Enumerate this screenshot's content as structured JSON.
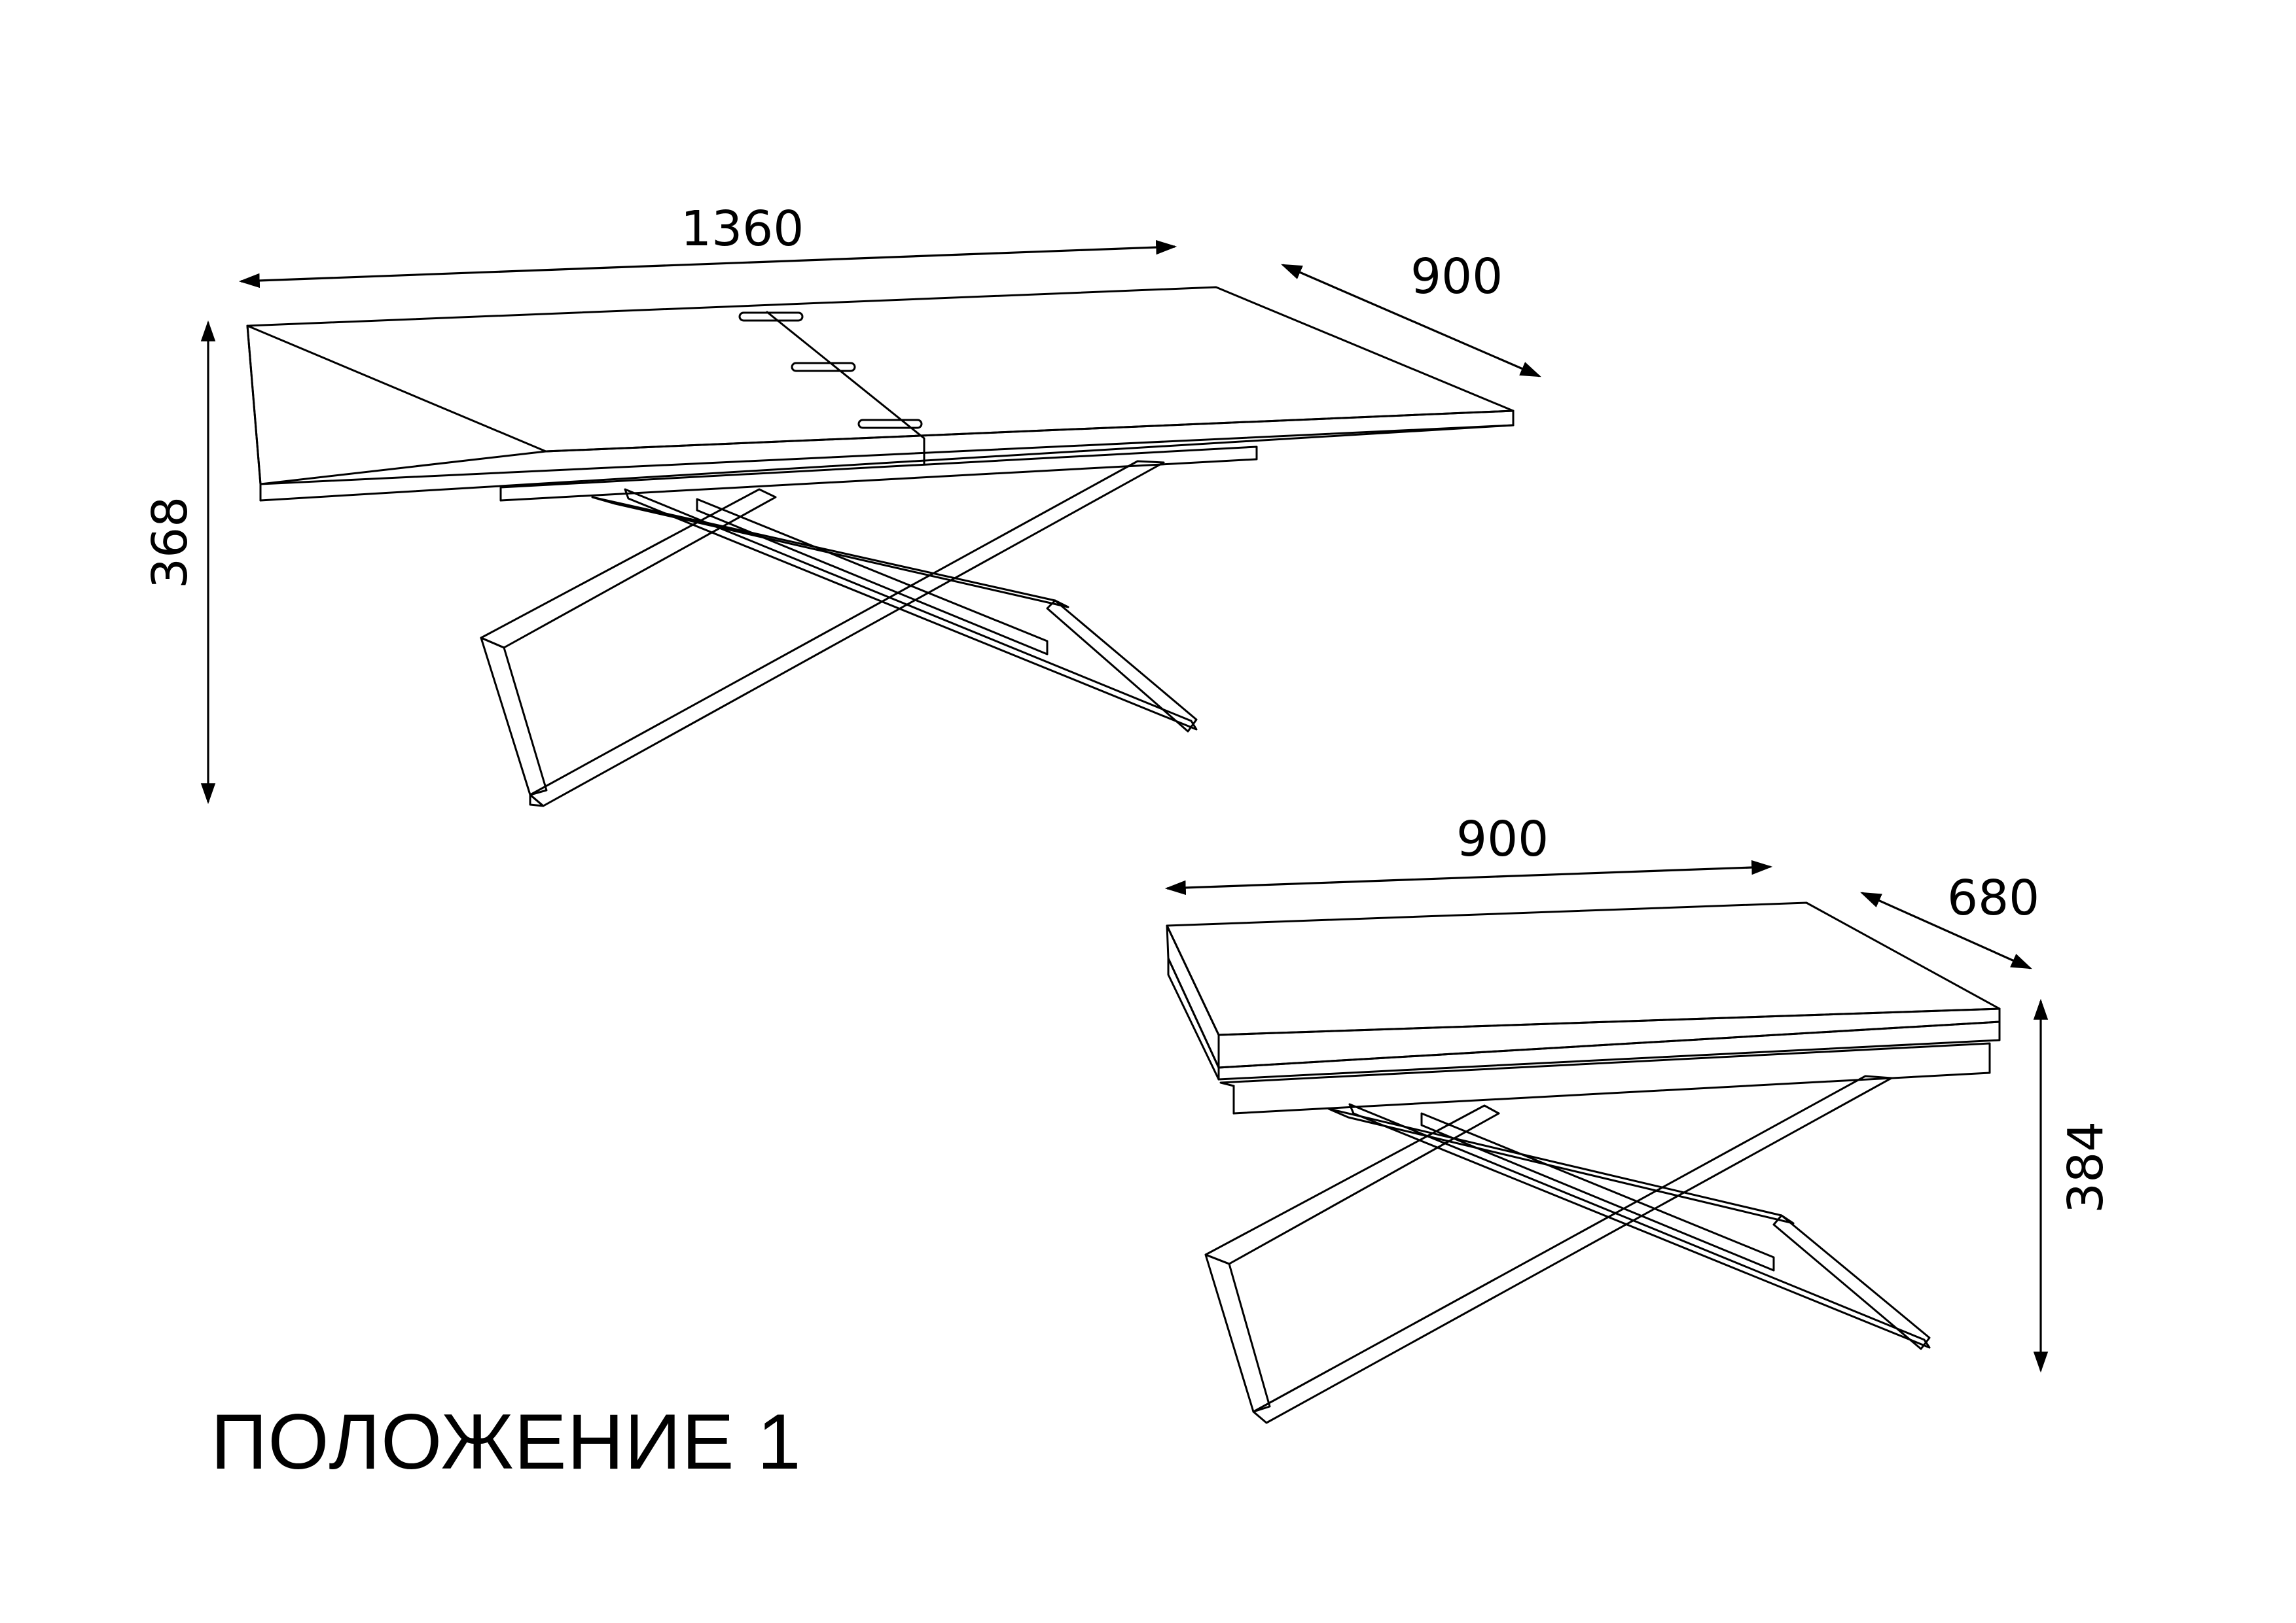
{
  "colors": {
    "ink": "#000000",
    "paper": "#ffffff"
  },
  "icons": [
    "arrow-head-icon"
  ],
  "expanded_table": {
    "length_label": "1360",
    "depth_label": "900",
    "height_label": "368"
  },
  "folded_table": {
    "length_label": "900",
    "depth_label": "680",
    "height_label": "384"
  },
  "caption": "ПОЛОЖЕНИЕ 1"
}
